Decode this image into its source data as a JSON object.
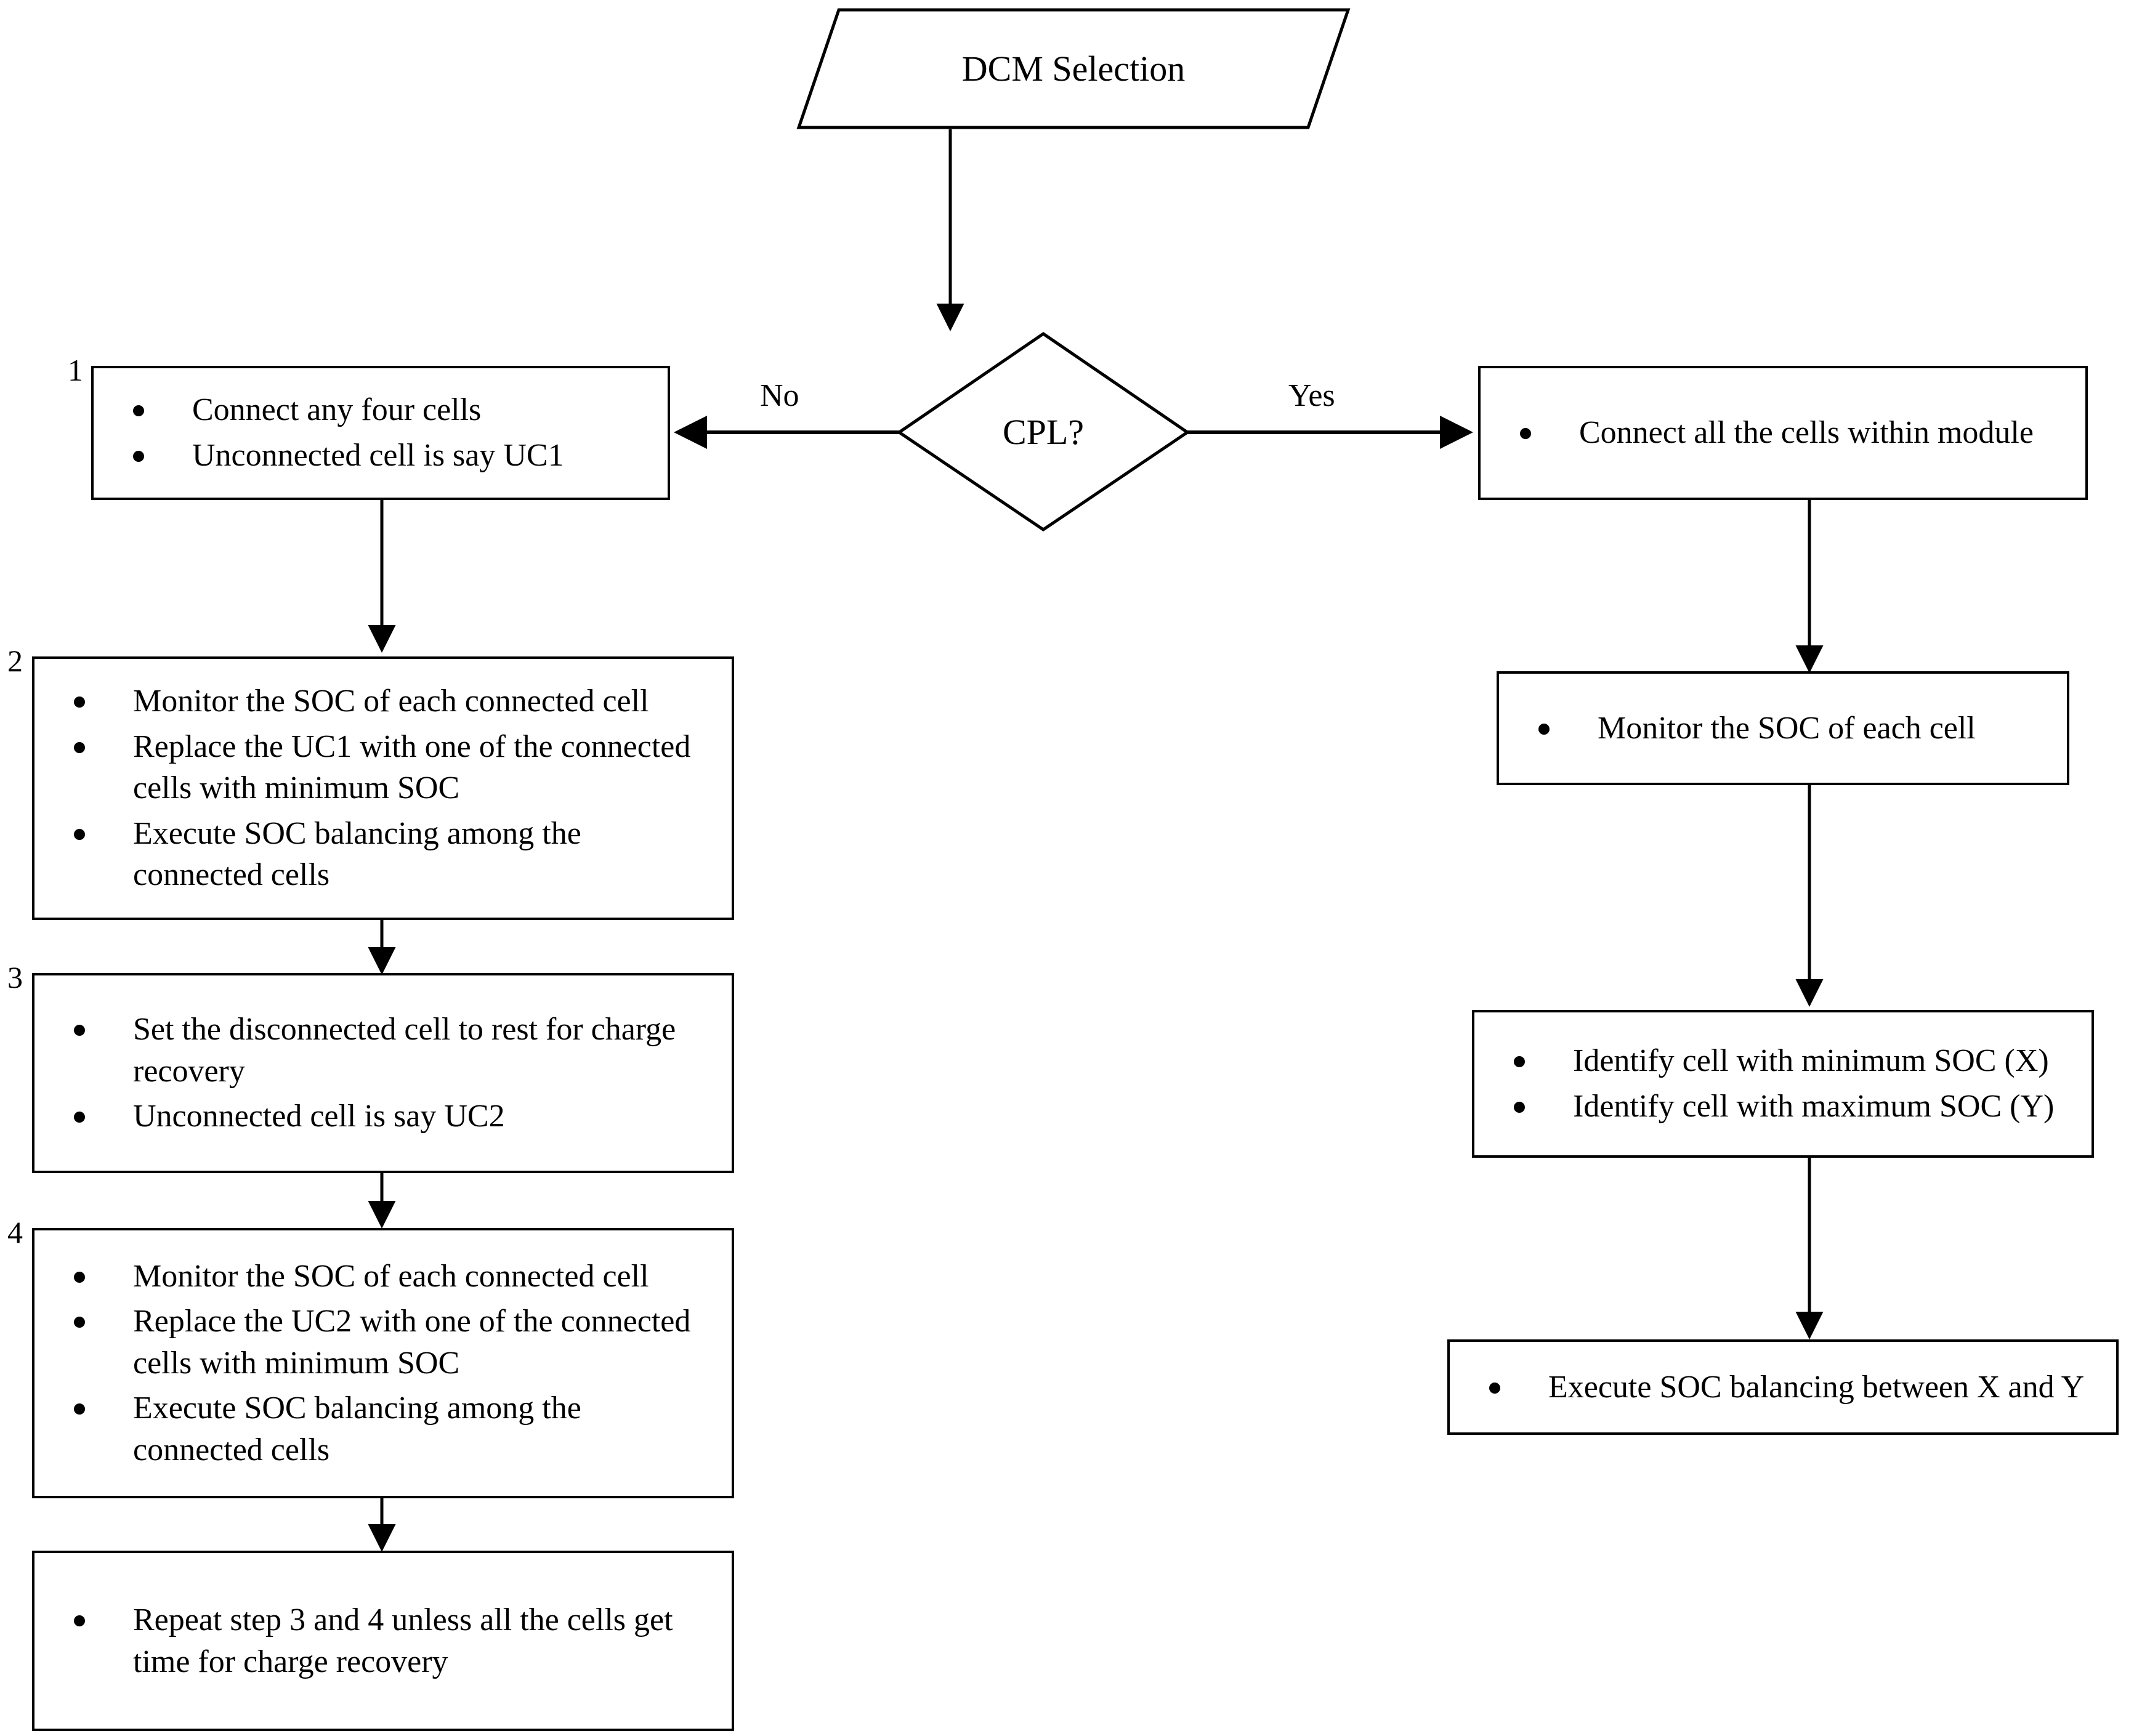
{
  "diagram": {
    "title_shape": {
      "label": "DCM Selection"
    },
    "decision": {
      "label": "CPL?"
    },
    "branch_labels": {
      "no": "No",
      "yes": "Yes"
    },
    "left_branch": {
      "steps": [
        {
          "tag": "1",
          "bullets": [
            "Connect any four cells",
            "Unconnected cell is say UC1"
          ]
        },
        {
          "tag": "2",
          "bullets": [
            "Monitor the SOC of each connected cell",
            "Replace the UC1 with one of the connected cells with minimum SOC",
            "Execute SOC balancing among the connected cells"
          ]
        },
        {
          "tag": "3",
          "bullets": [
            "Set the disconnected cell to rest for charge recovery",
            "Unconnected cell is say UC2"
          ]
        },
        {
          "tag": "4",
          "bullets": [
            "Monitor the SOC of each connected cell",
            "Replace the UC2 with one of the connected cells with minimum SOC",
            "Execute SOC balancing among the connected cells"
          ]
        },
        {
          "tag": "",
          "bullets": [
            "Repeat step 3 and 4 unless all the cells get time for charge recovery"
          ]
        }
      ]
    },
    "right_branch": {
      "steps": [
        {
          "tag": "",
          "bullets": [
            "Connect all the cells within module"
          ]
        },
        {
          "tag": "",
          "bullets": [
            "Monitor the SOC of each cell"
          ]
        },
        {
          "tag": "",
          "bullets": [
            "Identify cell with minimum SOC (X)",
            "Identify cell with maximum SOC (Y)"
          ]
        },
        {
          "tag": "",
          "bullets": [
            "Execute SOC balancing between X and Y"
          ]
        }
      ]
    },
    "colors": {
      "stroke": "#000000",
      "fill": "#ffffff",
      "text": "#000000"
    }
  }
}
